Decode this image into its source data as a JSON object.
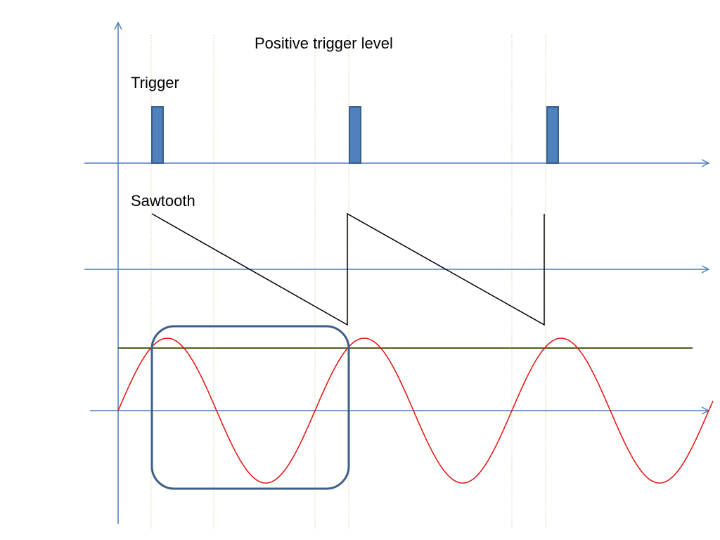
{
  "labels": {
    "trigger_level": "Positive trigger level",
    "trigger": "Trigger",
    "sawtooth": "Sawtooth"
  },
  "colors": {
    "axis": "#4a7ebb",
    "trigger_pulse_fill": "#4f81bd",
    "trigger_pulse_stroke": "#385d8a",
    "sawtooth": "#000000",
    "sine": "#e8100c",
    "trigger_level_line": "#4f5e1f",
    "window_box": "#3b5f86",
    "guide_lines": "#d8dcb8"
  }
}
